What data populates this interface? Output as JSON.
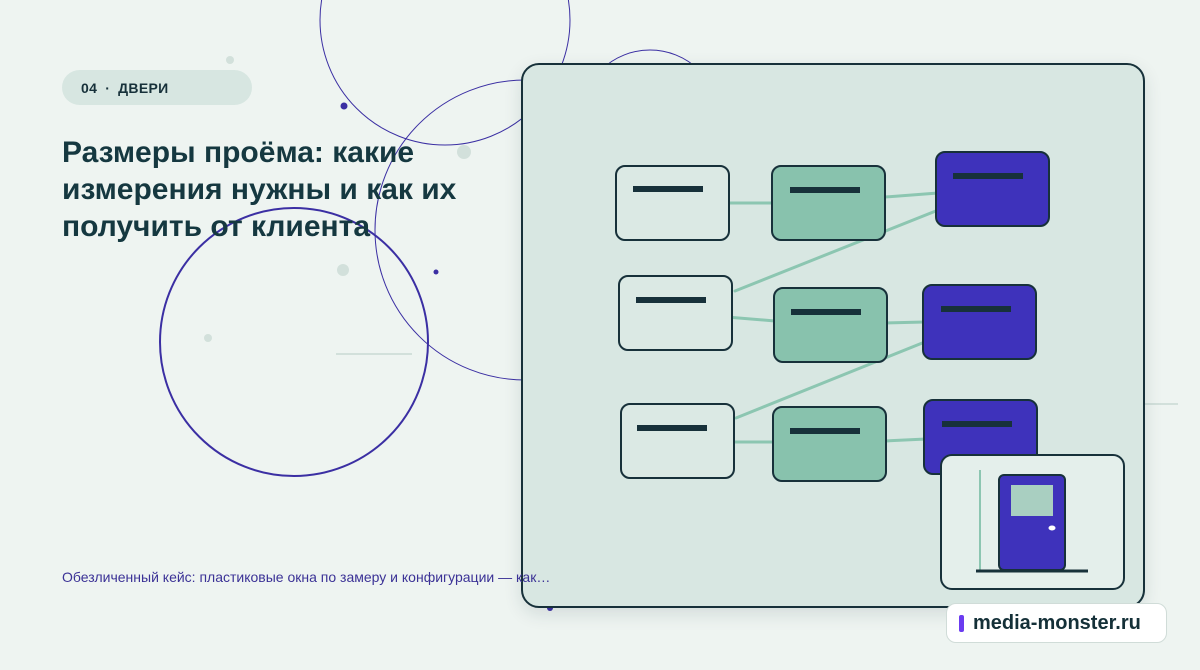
{
  "badge": {
    "number": "04",
    "separator": "·",
    "category": "ДВЕРИ"
  },
  "title": "Размеры проёма: какие измерения нужны и как их получить от клиента",
  "subtitle": "Обезличенный кейс: пластиковые окна по замеру и конфигурации — как…",
  "brand": {
    "name": "media-monster.ru",
    "accent_color": "#6b3cf0"
  },
  "colors": {
    "background": "#eef4f1",
    "panel": "#d8e7e2",
    "ink": "#17313a",
    "card_light": "#dbe9e4",
    "card_green": "#88c2ad",
    "card_indigo": "#3e32bb",
    "connector": "#8cc6b1",
    "circle_line": "#3b2fa3"
  },
  "icons": {
    "door": "door-icon",
    "brand_marker": "brand-bar-icon"
  }
}
